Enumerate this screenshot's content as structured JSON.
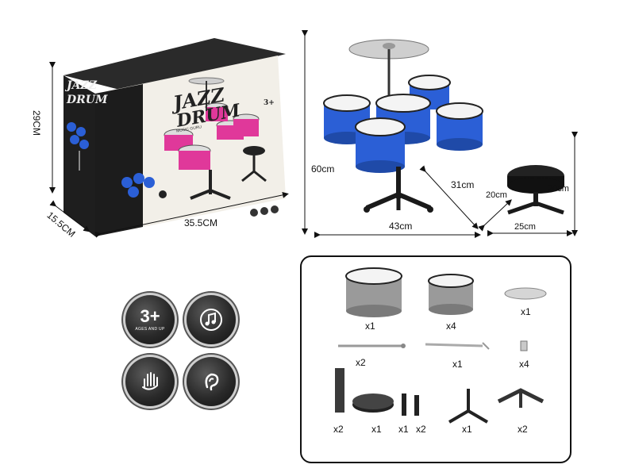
{
  "product_box": {
    "title_line1": "JAZZ",
    "title_line2": "DRUM",
    "subtitle": "MUSIC GURU",
    "age_badge": "3+",
    "side_title_line1": "JAZZ",
    "side_title_line2": "DRUM"
  },
  "box_dimensions": {
    "height": "29CM",
    "depth": "15.5CM",
    "width": "35.5CM"
  },
  "set_dimensions": {
    "height": "60cm",
    "width": "43cm",
    "depth": "31cm",
    "stool_diameter": "20cm",
    "stool_height": "20cm",
    "stool_width": "25cm"
  },
  "feature_badges": {
    "age": "3+",
    "age_caption": "AGES AND UP"
  },
  "parts": [
    {
      "qty": "x1"
    },
    {
      "qty": "x4"
    },
    {
      "qty": "x1"
    },
    {
      "qty": "x2"
    },
    {
      "qty": "x1"
    },
    {
      "qty": "x4"
    },
    {
      "qty": "x2"
    },
    {
      "qty": "x1"
    },
    {
      "qty": "x1"
    },
    {
      "qty": "x2"
    },
    {
      "qty": "x1"
    },
    {
      "qty": "x2"
    }
  ],
  "colors": {
    "drum_blue": "#2b5fd6",
    "drum_pink": "#e0389a",
    "stand_black": "#1a1a1a",
    "chrome": "#c9c9c9"
  }
}
